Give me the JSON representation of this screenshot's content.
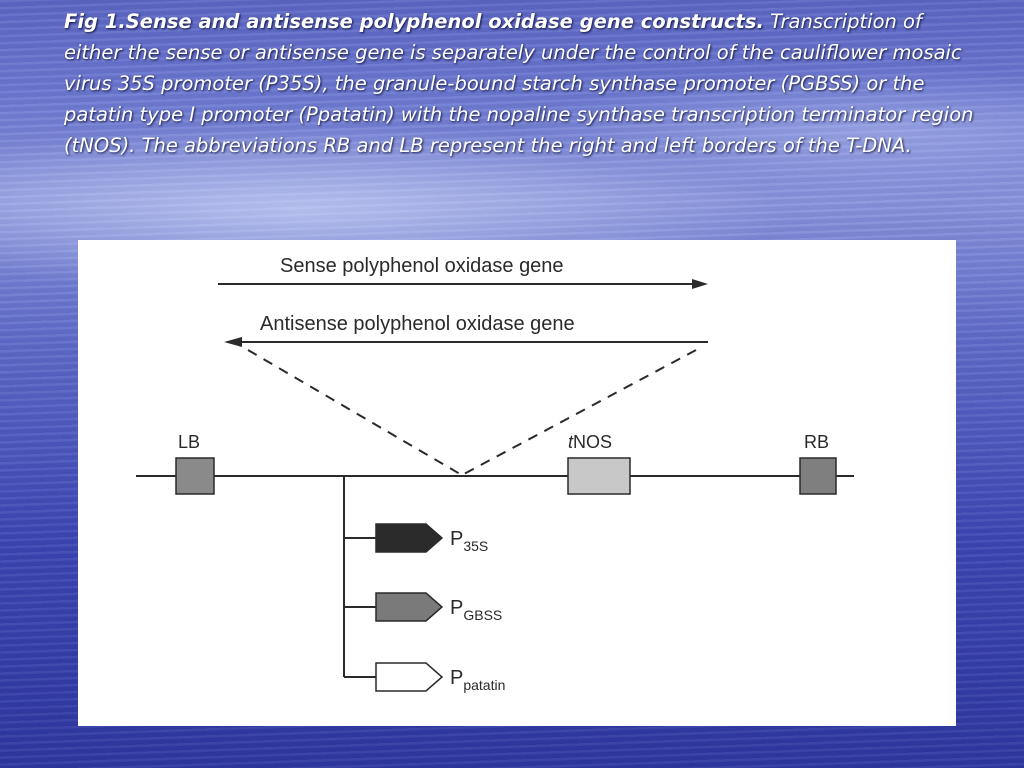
{
  "caption": {
    "lead": "Fig 1.Sense and antisense polyphenol oxidase gene constructs.",
    "body": "Transcription of either the sense or antisense gene is separately under the control of the cauliflower mosaic virus 35S promoter (P35S), the granule-bound starch synthase promoter (PGBSS) or the patatin type I promoter (Ppatatin) with the nopaline synthase transcription terminator region (tNOS). The abbreviations RB and LB represent the right and left borders of the T-DNA."
  },
  "diagram": {
    "sense_label": "Sense polyphenol oxidase gene",
    "antisense_label": "Antisense polyphenol oxidase gene",
    "lb_label": "LB",
    "tnos_italic": "t",
    "tnos_rest": "NOS",
    "rb_label": "RB",
    "promoters": [
      {
        "main": "P",
        "sub": "35S",
        "fill": "#2b2b2b"
      },
      {
        "main": "P",
        "sub": "GBSS",
        "fill": "#7a7a7a"
      },
      {
        "main": "P",
        "sub": "patatin",
        "fill": "#ffffff"
      }
    ],
    "colors": {
      "line": "#2a2a2a",
      "lb_box": "#8a8a8a",
      "tnos_box": "#c8c8c8",
      "rb_box": "#7f7f7f"
    }
  }
}
